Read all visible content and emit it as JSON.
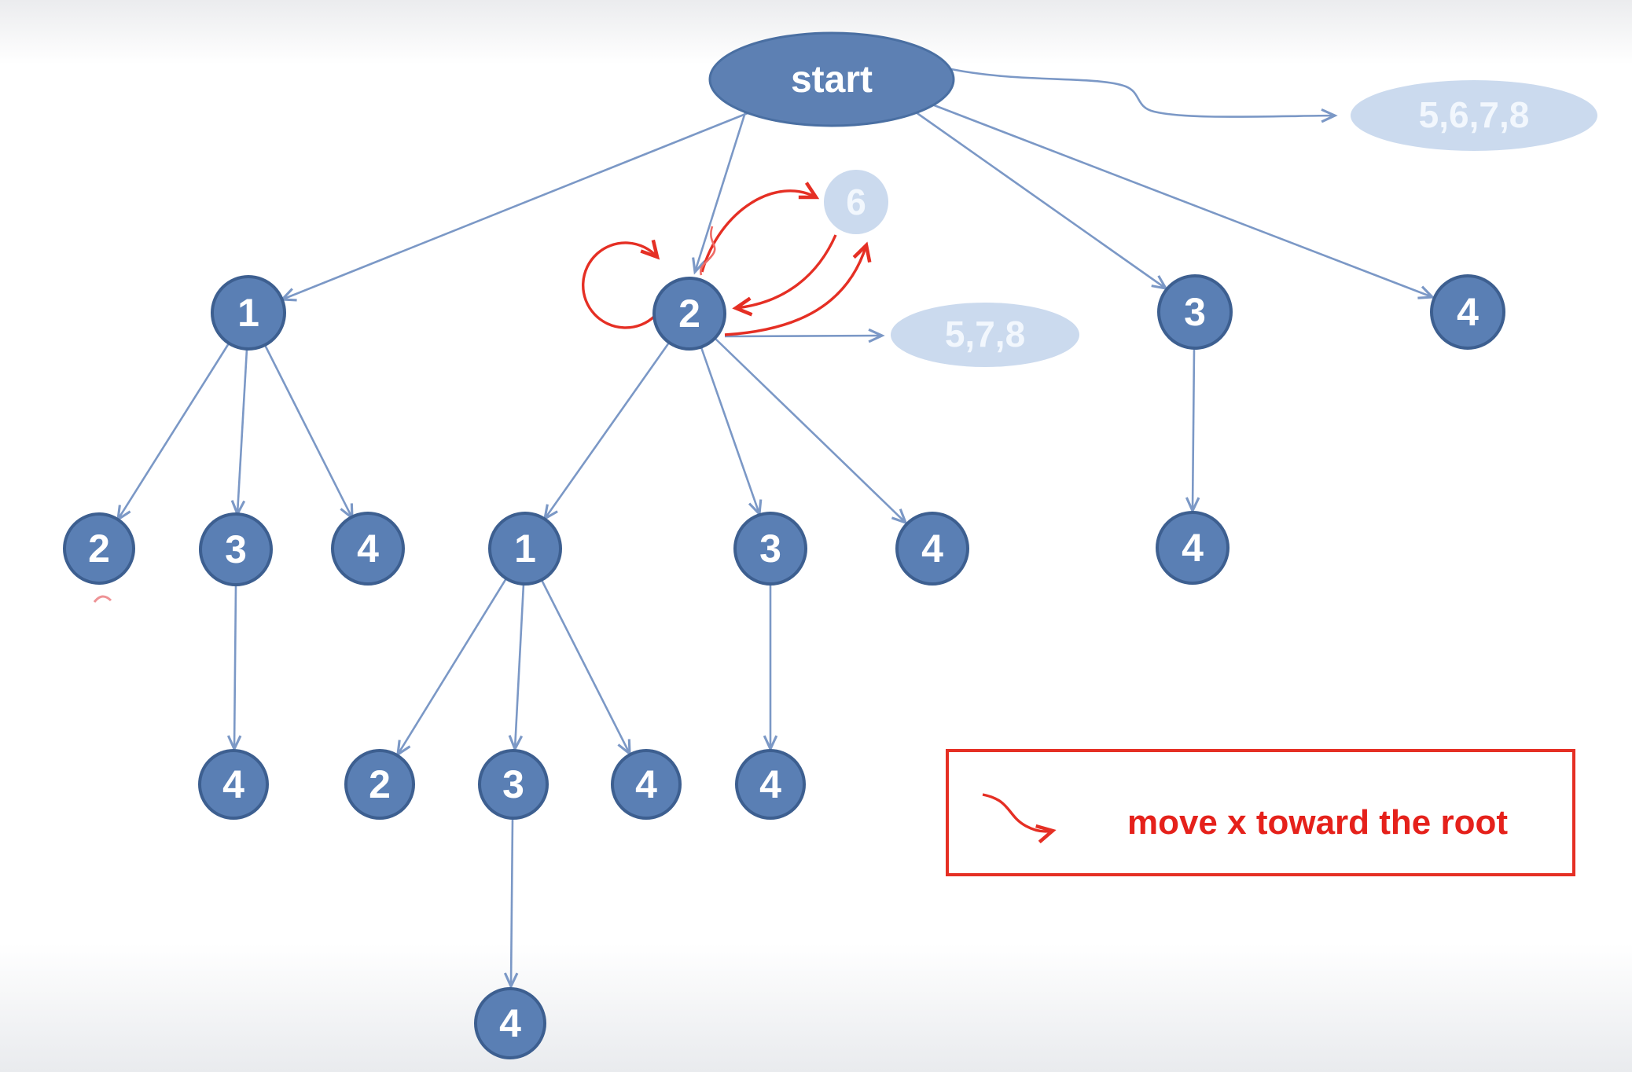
{
  "colors": {
    "node_fill": "#5a7fb4",
    "node_border": "#3d5f90",
    "light_node_fill": "#cbdaee",
    "edge_blue": "#7b98c6",
    "annotation_red": "#e52f24",
    "node_text": "#ffffff",
    "background": "#ffffff"
  },
  "nodes": [
    {
      "id": "start",
      "label": "start"
    },
    {
      "id": "n1",
      "label": "1"
    },
    {
      "id": "n2",
      "label": "2"
    },
    {
      "id": "n3",
      "label": "3"
    },
    {
      "id": "n4",
      "label": "4"
    },
    {
      "id": "set-5678",
      "label": "5,6,7,8"
    },
    {
      "id": "node-6",
      "label": "6"
    },
    {
      "id": "set-578",
      "label": "5,7,8"
    },
    {
      "id": "n1-c2",
      "label": "2"
    },
    {
      "id": "n1-c3",
      "label": "3"
    },
    {
      "id": "n1-c4",
      "label": "4"
    },
    {
      "id": "n1-c3-c4",
      "label": "4"
    },
    {
      "id": "n2-c1",
      "label": "1"
    },
    {
      "id": "n2-c3",
      "label": "3"
    },
    {
      "id": "n2-c4",
      "label": "4"
    },
    {
      "id": "n2-c1-c2",
      "label": "2"
    },
    {
      "id": "n2-c1-c3",
      "label": "3"
    },
    {
      "id": "n2-c1-c4",
      "label": "4"
    },
    {
      "id": "n2-c3-c4",
      "label": "4"
    },
    {
      "id": "n2-c1-c3-c4",
      "label": "4"
    },
    {
      "id": "n3-c4",
      "label": "4"
    }
  ],
  "legend": {
    "label": "move x toward the root"
  }
}
